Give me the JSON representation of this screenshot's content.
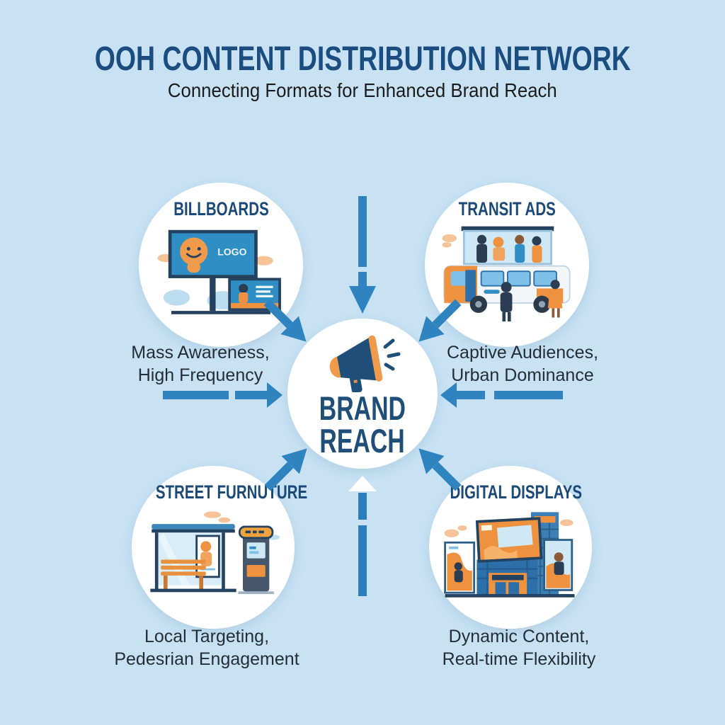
{
  "header": {
    "title": "OOH CONTENT DISTRIBUTION NETWORK",
    "subtitle": "Connecting Formats for Enhanced Brand Reach"
  },
  "center": {
    "icon": "megaphone-icon",
    "line1": "BRAND",
    "line2": "REACH"
  },
  "nodes": [
    {
      "id": "billboards",
      "title": "BILLBOARDS",
      "icon": "billboard-icon",
      "caption1": "Mass Awareness,",
      "caption2": "High Frequency"
    },
    {
      "id": "transit-ads",
      "title": "TRANSIT ADS",
      "icon": "bus-icon",
      "caption1": "Captive Audiences,",
      "caption2": "Urban Dominance"
    },
    {
      "id": "street-furniture",
      "title": "STREET FURNUTURE",
      "icon": "bus-shelter-icon",
      "caption1": "Local Targeting,",
      "caption2": "Pedesrian Engagement"
    },
    {
      "id": "digital-displays",
      "title": "DIGITAL DISPLAYS",
      "icon": "buildings-icon",
      "caption1": "Dynamic Content,",
      "caption2": "Real-time Flexibility"
    }
  ],
  "illustrations": {
    "billboard_logo_text": "LOGO"
  },
  "colors": {
    "background": "#c8e2f4",
    "arrow_blue": "#2f84c0",
    "navy": "#1c4d80",
    "orange": "#ef9240",
    "circle_fill": "#ffffff",
    "caption_text": "#232e38"
  }
}
